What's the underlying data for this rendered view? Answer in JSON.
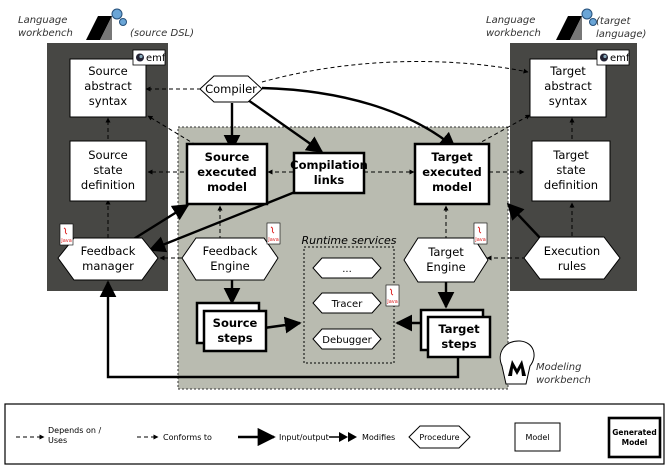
{
  "workbenches": {
    "left_title_1": "Language",
    "left_title_2": "workbench",
    "left_note": "(source DSL)",
    "right_title_1": "Language",
    "right_title_2": "workbench",
    "right_note_1": "(target",
    "right_note_2": "language)",
    "modeling_1": "Modeling",
    "modeling_2": "workbench"
  },
  "badges": {
    "emf": "emf",
    "java": "Java"
  },
  "nodes": {
    "source_abstract_syntax": [
      "Source",
      "abstract",
      "syntax"
    ],
    "compiler": "Compiler",
    "target_abstract_syntax": [
      "Target",
      "abstract",
      "syntax"
    ],
    "source_state_definition": [
      "Source",
      "state",
      "definition"
    ],
    "source_executed_model": [
      "Source",
      "executed",
      "model"
    ],
    "compilation_links": [
      "Compilation",
      "links"
    ],
    "target_executed_model": [
      "Target",
      "executed",
      "model"
    ],
    "target_state_definition": [
      "Target",
      "state",
      "definition"
    ],
    "feedback_manager": [
      "Feedback",
      "manager"
    ],
    "feedback_engine": [
      "Feedback",
      "Engine"
    ],
    "runtime_services": "Runtime services",
    "service_ellipsis": "...",
    "tracer": "Tracer",
    "debugger": "Debugger",
    "target_engine": [
      "Target",
      "Engine"
    ],
    "execution_rules": [
      "Execution",
      "rules"
    ],
    "source_steps": [
      "Source",
      "steps"
    ],
    "target_steps": [
      "Target",
      "steps"
    ]
  },
  "legend": {
    "depends_on": [
      "Depends on /",
      "Uses"
    ],
    "conforms_to": "Conforms to",
    "input_output": "Input/output",
    "modifies": "Modifies",
    "procedure": "Procedure",
    "model": "Model",
    "generated_model": [
      "Generated",
      "Model"
    ]
  },
  "colors": {
    "workbench_dark": "#474744",
    "modeling_gray": "#b9bbb0",
    "stroke": "#000000",
    "box_fill": "#ffffff"
  }
}
